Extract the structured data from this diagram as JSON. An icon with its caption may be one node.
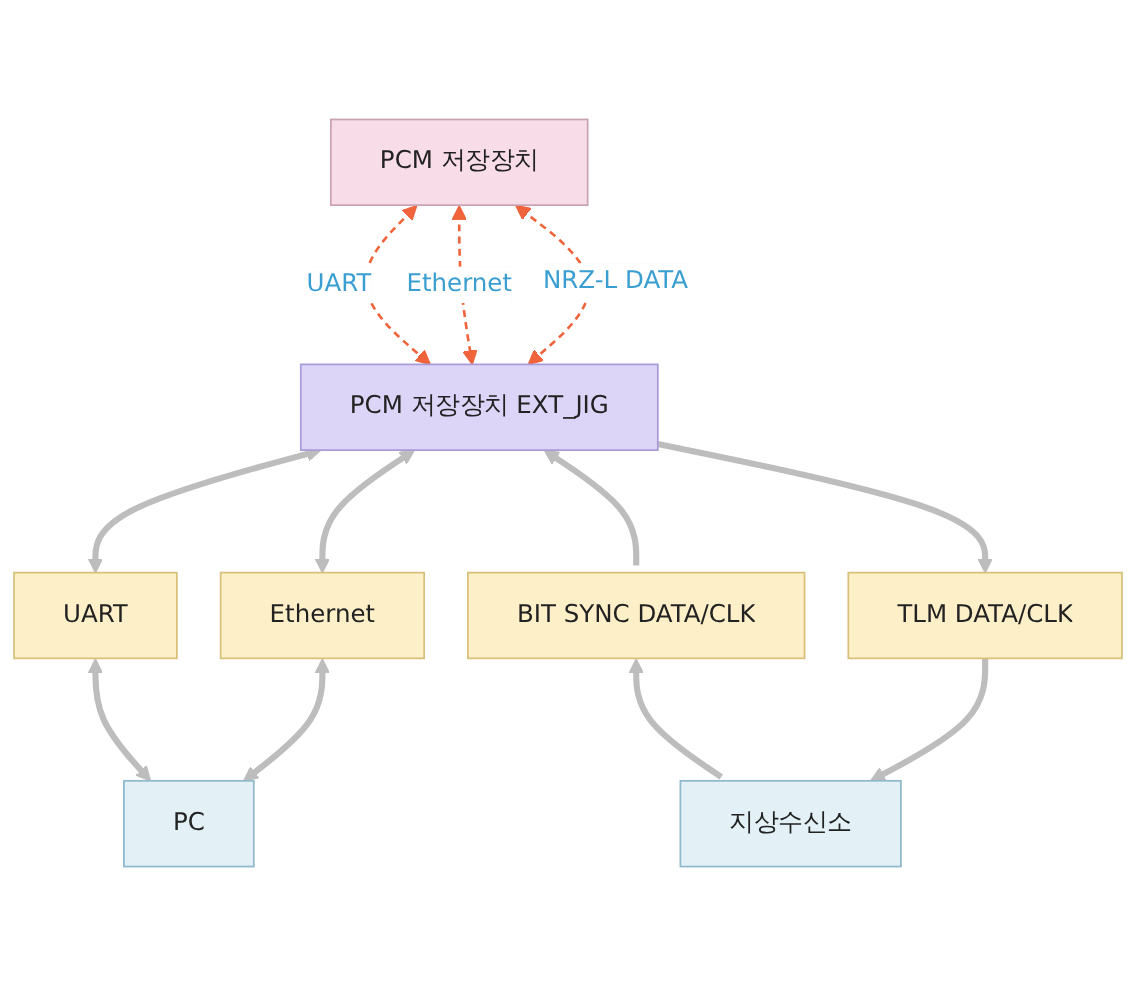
{
  "diagram": {
    "nodes": [
      {
        "text": [
          "PCM 저장장치"
        ]
      },
      {
        "text": [
          "PCM 저장장치 EXT_JIG"
        ]
      },
      {
        "text": [
          "UART"
        ]
      },
      {
        "text": [
          "Ethernet"
        ]
      },
      {
        "text": [
          "BIT SYNC DATA/CLK"
        ]
      },
      {
        "text": [
          "TLM DATA/CLK"
        ]
      },
      {
        "text": [
          "PC"
        ]
      },
      {
        "text": [
          "지상수신소"
        ]
      }
    ],
    "edges": [
      {
        "from": 0,
        "to": 1,
        "arrow": "both",
        "label": "UART",
        "style": "dashed",
        "color": "#f0643c"
      },
      {
        "from": 0,
        "to": 1,
        "arrow": "both",
        "label": "Ethernet",
        "style": "dashed",
        "color": "#f0643c"
      },
      {
        "from": 0,
        "to": 1,
        "arrow": "both",
        "label": "NRZ-L DATA",
        "style": "dashed",
        "color": "#f0643c"
      },
      {
        "from": 1,
        "to": 2,
        "arrow": "both"
      },
      {
        "from": 1,
        "to": 3,
        "arrow": "both"
      },
      {
        "from": 4,
        "to": 1,
        "arrow": "to"
      },
      {
        "from": 1,
        "to": 5,
        "arrow": "to"
      },
      {
        "from": 2,
        "to": 6,
        "arrow": "both"
      },
      {
        "from": 3,
        "to": 6,
        "arrow": "both"
      },
      {
        "from": 7,
        "to": 4,
        "arrow": "to"
      },
      {
        "from": 5,
        "to": 7,
        "arrow": "to"
      }
    ]
  }
}
